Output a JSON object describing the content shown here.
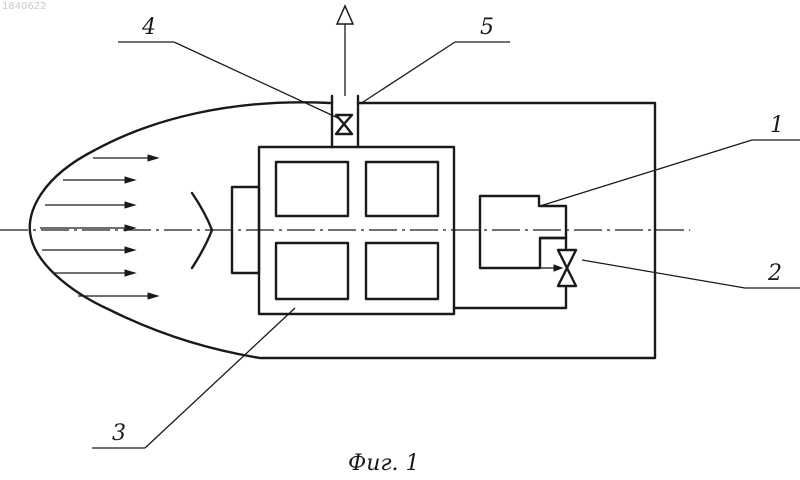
{
  "document_id": "1840622",
  "figure_caption": "Фиг. 1",
  "part_labels": {
    "p1": "1",
    "p2": "2",
    "p3": "3",
    "p4": "4",
    "p5": "5"
  }
}
